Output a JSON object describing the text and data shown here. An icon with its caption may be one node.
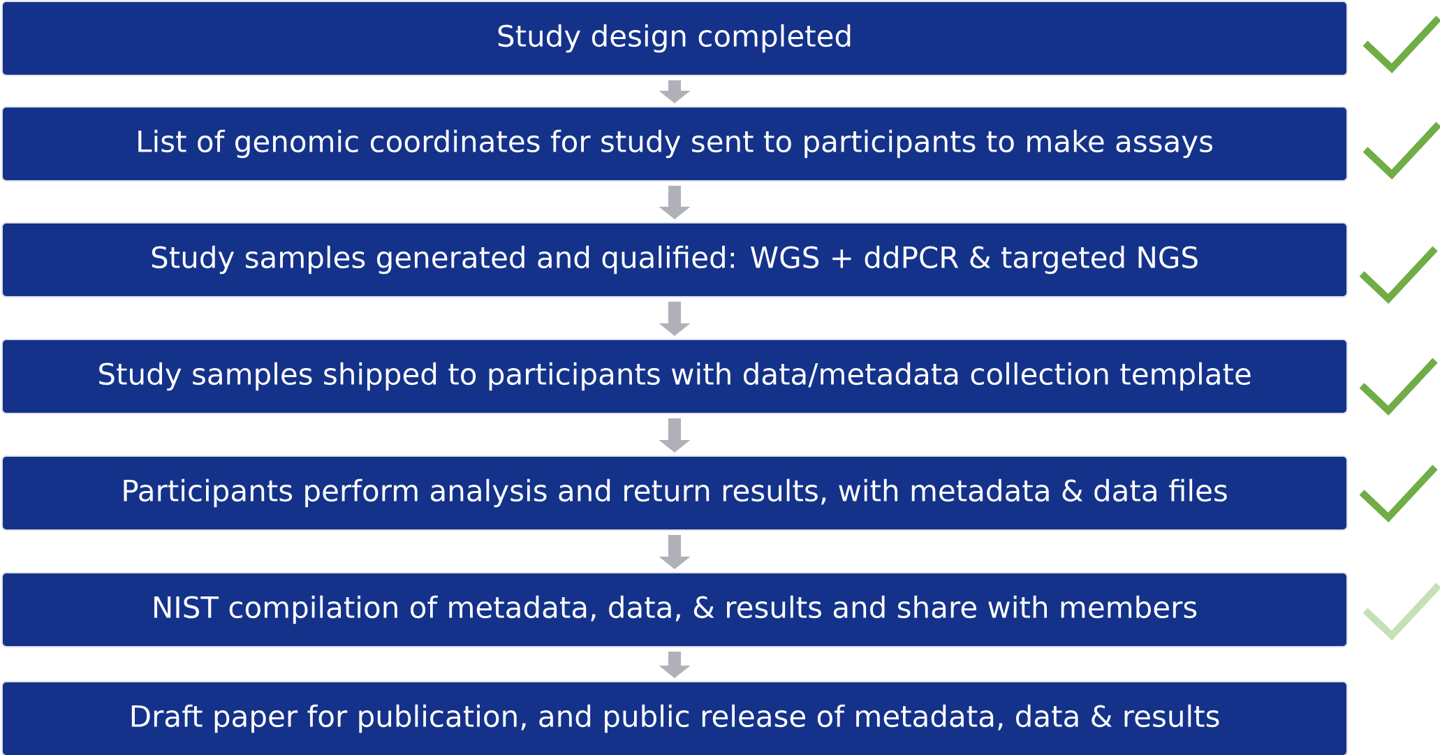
{
  "diagram": {
    "nodes": [
      {
        "text": [
          "Study design completed"
        ]
      },
      {
        "text": [
          "List of genomic coordinates for study sent to participants to make assays"
        ]
      },
      {
        "text": [
          "Study samples generated and qualified: WGS + ddPCR & targeted NGS"
        ]
      },
      {
        "text": [
          "Study samples shipped to participants with data/metadata collection template"
        ]
      },
      {
        "text": [
          "Participants perform analysis and return results, with metadata & data files"
        ]
      },
      {
        "text": [
          "NIST compilation of metadata, data, & results and share with members"
        ]
      },
      {
        "text": [
          "Draft paper for publication, and public release of metadata, data & results"
        ]
      }
    ],
    "edges": [
      {
        "from": 0,
        "to": 1,
        "arrow": "to"
      },
      {
        "from": 1,
        "to": 2,
        "arrow": "to"
      },
      {
        "from": 2,
        "to": 3,
        "arrow": "to"
      },
      {
        "from": 3,
        "to": 4,
        "arrow": "to"
      },
      {
        "from": 4,
        "to": 5,
        "arrow": "to"
      },
      {
        "from": 5,
        "to": 6,
        "arrow": "to"
      }
    ]
  }
}
